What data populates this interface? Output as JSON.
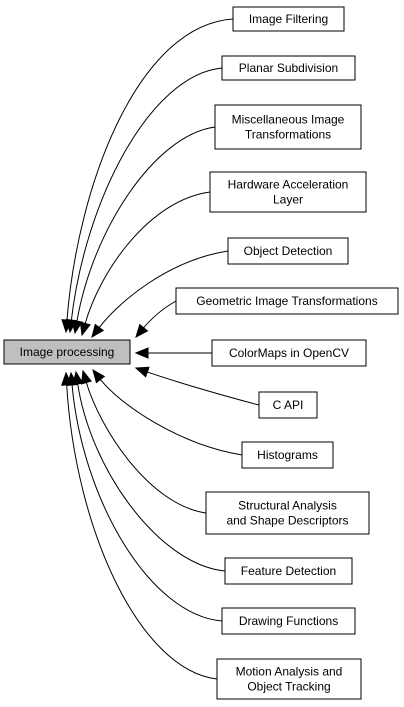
{
  "root": {
    "label": "Image processing",
    "fill": "#bfbfbf"
  },
  "modules": [
    {
      "id": "image-filtering",
      "lines": [
        "Image Filtering"
      ]
    },
    {
      "id": "planar-subdivision",
      "lines": [
        "Planar Subdivision"
      ]
    },
    {
      "id": "misc-image-transformations",
      "lines": [
        "Miscellaneous Image",
        "Transformations"
      ]
    },
    {
      "id": "hardware-acceleration-layer",
      "lines": [
        "Hardware Acceleration",
        "Layer"
      ]
    },
    {
      "id": "object-detection",
      "lines": [
        "Object Detection"
      ]
    },
    {
      "id": "geometric-image-transformations",
      "lines": [
        "Geometric Image Transformations"
      ]
    },
    {
      "id": "colormaps-in-opencv",
      "lines": [
        "ColorMaps in OpenCV"
      ]
    },
    {
      "id": "c-api",
      "lines": [
        "C API"
      ]
    },
    {
      "id": "histograms",
      "lines": [
        "Histograms"
      ]
    },
    {
      "id": "structural-analysis",
      "lines": [
        "Structural Analysis",
        "and Shape Descriptors"
      ]
    },
    {
      "id": "feature-detection",
      "lines": [
        "Feature Detection"
      ]
    },
    {
      "id": "drawing-functions",
      "lines": [
        "Drawing Functions"
      ]
    },
    {
      "id": "motion-analysis",
      "lines": [
        "Motion Analysis and",
        "Object Tracking"
      ]
    }
  ]
}
